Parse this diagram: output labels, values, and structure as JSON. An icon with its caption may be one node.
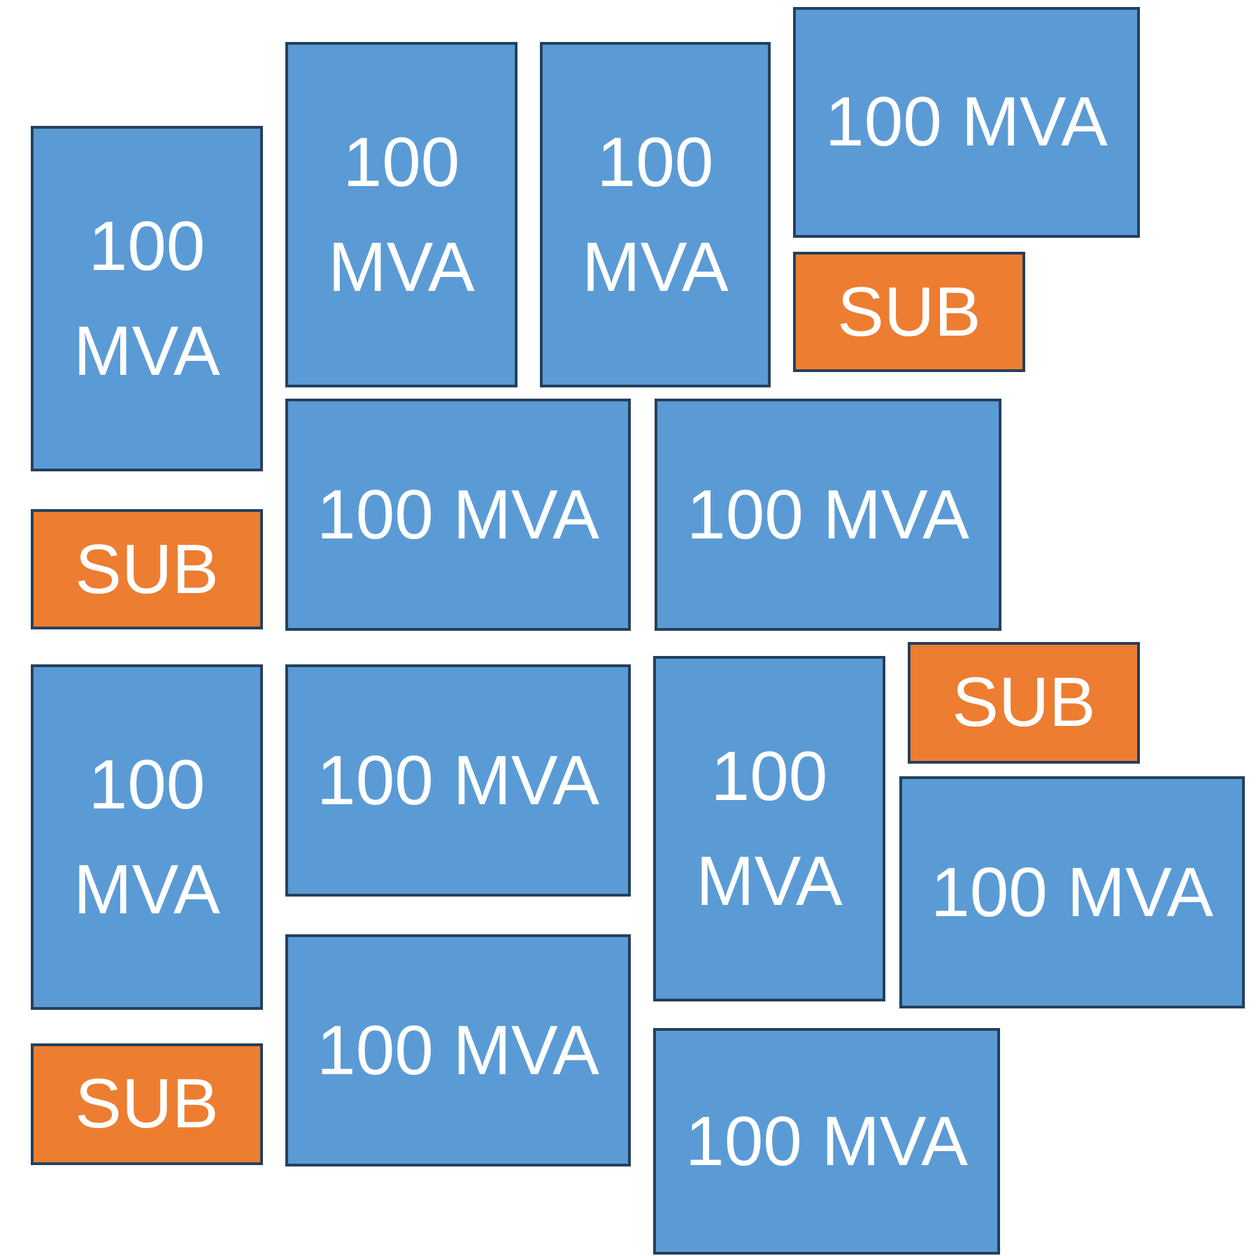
{
  "diagram": {
    "nodes": [
      {
        "text": [
          "100 MVA"
        ]
      },
      {
        "text": [
          "100 MVA"
        ]
      },
      {
        "text": [
          "100 MVA"
        ]
      },
      {
        "text": [
          "100 MVA"
        ]
      },
      {
        "text": [
          "SUB"
        ]
      },
      {
        "text": [
          "100 MVA"
        ]
      },
      {
        "text": [
          "100 MVA"
        ]
      },
      {
        "text": [
          "SUB"
        ]
      },
      {
        "text": [
          "SUB"
        ]
      },
      {
        "text": [
          "100 MVA"
        ]
      },
      {
        "text": [
          "100 MVA"
        ]
      },
      {
        "text": [
          "100 MVA"
        ]
      },
      {
        "text": [
          "100 MVA"
        ]
      },
      {
        "text": [
          "100 MVA"
        ]
      },
      {
        "text": [
          "100 MVA"
        ]
      },
      {
        "text": [
          "SUB"
        ]
      }
    ]
  }
}
